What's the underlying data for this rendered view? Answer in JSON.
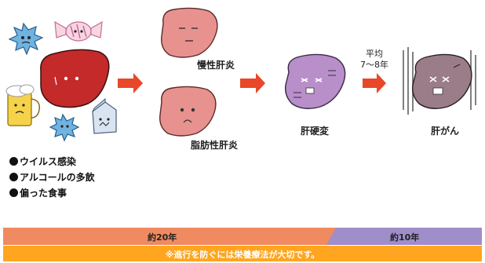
{
  "causes": [
    {
      "label": "ウイルス感染"
    },
    {
      "label": "アルコールの多飲"
    },
    {
      "label": "偏った食事"
    }
  ],
  "stages": {
    "chronic": "慢性肝炎",
    "fatty": "脂肪性肝炎",
    "cirrhosis": "肝硬変",
    "cancer": "肝がん"
  },
  "transition": {
    "line1": "平均",
    "line2": "7〜8年"
  },
  "timeline": {
    "segment1": "約20年",
    "segment2": "約10年",
    "note": "※進行を防ぐには栄養療法が大切です。"
  },
  "colors": {
    "arrow": "#e8472a",
    "liver_red": "#c42a2a",
    "liver_pink": "#e8928f",
    "liver_purple": "#b88fc9",
    "liver_gray": "#9a7d88",
    "bar_orange": "#f08a60",
    "bar_purple": "#9f8ec9",
    "note_band": "#ffa51f"
  }
}
